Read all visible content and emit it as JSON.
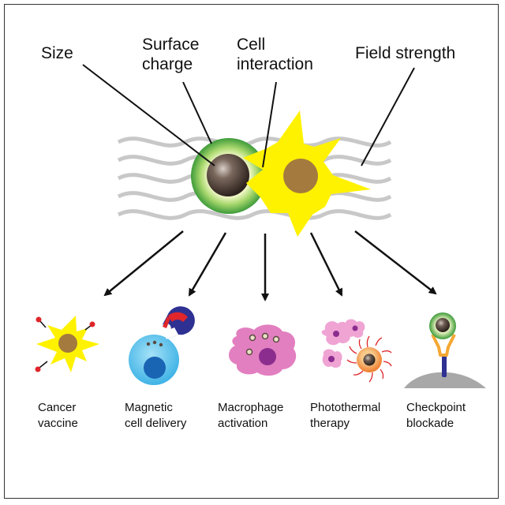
{
  "factors": {
    "size": "Size",
    "surface_charge": "Surface\ncharge",
    "cell_interaction": "Cell\ninteraction",
    "field_strength": "Field strength"
  },
  "applications": {
    "cancer_vaccine": "Cancer\nvaccine",
    "magnetic_delivery": "Magnetic\ncell delivery",
    "macrophage": "Macrophage\nactivation",
    "photothermal": "Photothermal\ntherapy",
    "checkpoint": "Checkpoint\nblockade"
  },
  "colors": {
    "field_lines": "#c8c8c8",
    "nanoparticle_core": "#5a4a40",
    "nanoparticle_shell": "#7cc242",
    "cell_yellow": "#fff200",
    "cell_nucleus": "#a57a3e",
    "magnet_red": "#e0262b",
    "magnet_blue": "#2e3192",
    "cell_blue": "#5bc6ef",
    "macrophage_pink": "#e27fc0",
    "macrophage_nucleus": "#8b2d8f",
    "checkpoint_green": "#5cb947",
    "antibody_orange": "#f5a733"
  }
}
